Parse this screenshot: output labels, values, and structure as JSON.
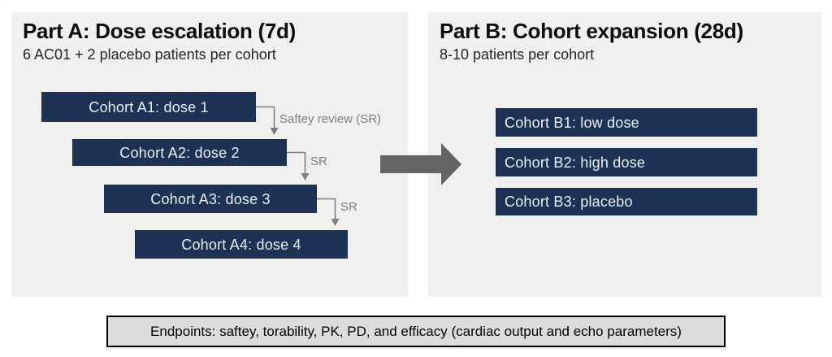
{
  "part_a": {
    "title": "Part A: Dose escalation (7d)",
    "subtitle": "6 AC01 + 2 placebo patients per cohort",
    "cohorts": [
      "Cohort A1: dose 1",
      "Cohort A2: dose 2",
      "Cohort A3: dose 3",
      "Cohort A4: dose 4"
    ],
    "review_labels": [
      "Saftey review (SR)",
      "SR",
      "SR"
    ]
  },
  "part_b": {
    "title": "Part B: Cohort expansion (28d)",
    "subtitle": "8-10 patients per cohort",
    "cohorts": [
      "Cohort B1: low dose",
      "Cohort B2: high dose",
      "Cohort B3: placebo"
    ]
  },
  "endpoints_text": "Endpoints: saftey, torability, PK, PD, and efficacy (cardiac output and echo parameters)",
  "colors": {
    "cohort_box": "#1e3255",
    "cohort_text": "#e9eef7",
    "panel_bg": "#f0f0ef",
    "flow_arrow": "#646464",
    "connector": "#7f7f7f",
    "endpoints_bg": "#dcdcdc"
  }
}
